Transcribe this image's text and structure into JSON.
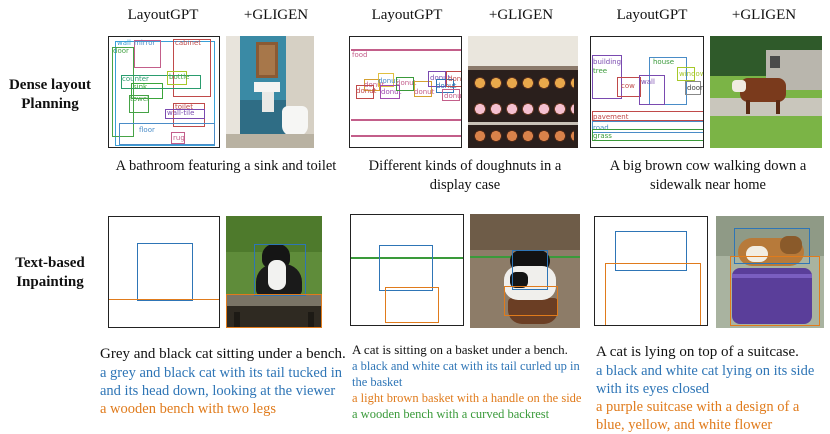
{
  "headers": {
    "layoutgpt": "LayoutGPT",
    "gligen": "+GLIGEN"
  },
  "rows": {
    "dense": "Dense layout Planning",
    "inpaint": "Text-based Inpainting"
  },
  "dense": {
    "bathroom": {
      "caption": "A bathroom featuring a sink and toilet",
      "labels": [
        "wall",
        "mirror",
        "door",
        "cabinet",
        "counter",
        "bottle",
        "sink",
        "towel",
        "toilet",
        "wall-tile",
        "floor",
        "rug"
      ]
    },
    "doughnuts": {
      "caption": "Different kinds of doughnuts in a display case",
      "labels": [
        "food",
        "donut",
        "donut",
        "donut",
        "donut",
        "donut",
        "donut",
        "donut",
        "donut",
        "donut",
        "donut"
      ]
    },
    "cow": {
      "caption": "A big brown cow walking down a sidewalk near home",
      "labels": [
        "building",
        "tree",
        "house",
        "window",
        "cow",
        "wall",
        "door",
        "pavement",
        "road",
        "grass"
      ]
    }
  },
  "inpaint": {
    "bench": {
      "title": "Grey and black cat sitting under a bench.",
      "blue": "a grey and black cat with its tail tucked in and its head down, looking at the viewer",
      "orange": "a wooden bench with two legs"
    },
    "basket": {
      "title": "A cat is sitting on a basket under a bench.",
      "blue": "a black and white cat with its tail curled up in the basket",
      "orange": "a light brown basket with a handle on the side",
      "green": "a wooden bench with a curved backrest"
    },
    "suitcase": {
      "title": "A cat is lying on top of a suitcase.",
      "blue": "a black and white cat lying on its side with its eyes closed",
      "orange": "a purple suitcase with a design of a blue, yellow, and white flower"
    }
  },
  "colors": {
    "blue": "#2e75b6",
    "orange": "#e07b1c",
    "green": "#3a9a3a"
  }
}
